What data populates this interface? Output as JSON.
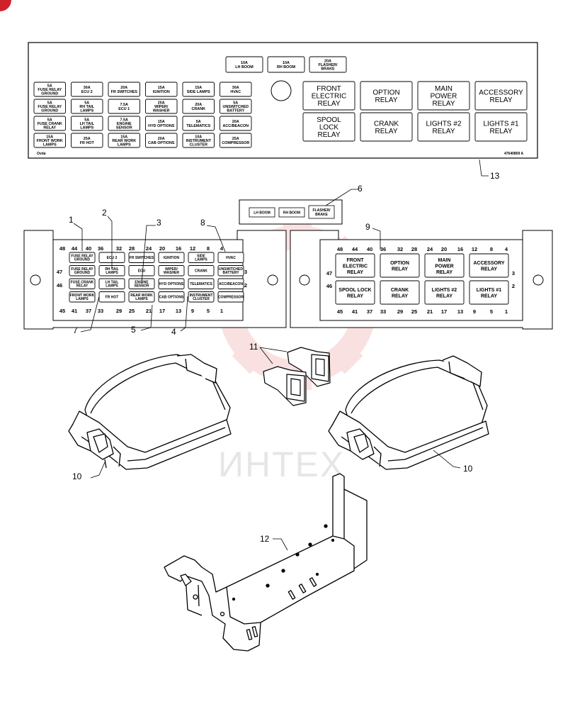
{
  "watermark": "ИНТЕХ",
  "decal": {
    "top_fuses": [
      [
        "10A",
        "LH BOOM"
      ],
      [
        "10A",
        "RH BOOM"
      ],
      [
        "20A",
        "FLASHER/",
        "BRAKE"
      ]
    ],
    "fuses": [
      [
        "5A",
        "FUSE RELAY",
        "GROUND"
      ],
      [
        "30A",
        "ECU 2"
      ],
      [
        "20A",
        "FR SWITCHES"
      ],
      [
        "15A",
        "IGNITION"
      ],
      [
        "15A",
        "SIDE LAMPS"
      ],
      [
        "30A",
        "HVAC"
      ],
      [
        "5A",
        "FUSE RELAY",
        "GROUND"
      ],
      [
        "5A",
        "RH TAIL",
        "LAMPS"
      ],
      [
        "7.5A",
        "ECU 1"
      ],
      [
        "20A",
        "WIPER/",
        "WASHER"
      ],
      [
        "20A",
        "CRANK"
      ],
      [
        "5A",
        "UNSWITCHED",
        "BATTERY"
      ],
      [
        "5A",
        "FUSE CRANK",
        "RELAY"
      ],
      [
        "5A",
        "LH TAIL",
        "LAMPS"
      ],
      [
        "7.5A",
        "ENGINE",
        "SENSOR"
      ],
      [
        "15A",
        "HYD OPTIONS"
      ],
      [
        "5A",
        "TELEMATICS"
      ],
      [
        "20A",
        "ACC/BEACON"
      ],
      [
        "15A",
        "FRONT WORK",
        "LAMPS"
      ],
      [
        "25A",
        "FR HOT"
      ],
      [
        "15A",
        "REAR WORK",
        "LAMPS"
      ],
      [
        "20A",
        "CAB OPTIONS"
      ],
      [
        "10A",
        "INSTRUMENT",
        "CLUSTER"
      ],
      [
        "25A",
        "COMPRESSOR"
      ]
    ],
    "relays": [
      [
        "FRONT",
        "ELECTRIC",
        "RELAY"
      ],
      [
        "OPTION",
        "RELAY"
      ],
      [
        "MAIN",
        "POWER",
        "RELAY"
      ],
      [
        "ACCESSORY",
        "RELAY"
      ],
      [
        "SPOOL",
        "LOCK",
        "RELAY"
      ],
      [
        "CRANK",
        "RELAY"
      ],
      [
        "LIGHTS #2",
        "RELAY"
      ],
      [
        "LIGHTS #1",
        "RELAY"
      ]
    ],
    "left_corner_text": "Ovda",
    "part_no": "47640859 A"
  },
  "strip": [
    "LH BOOM",
    "RH BOOM",
    "FLASHER/",
    "BRAKE"
  ],
  "left_panel": {
    "top_numbers": [
      "48",
      "44",
      "40",
      "36",
      "32",
      "28",
      "24",
      "20",
      "16",
      "12",
      "8",
      "4"
    ],
    "bottom_numbers": [
      "45",
      "41",
      "37",
      "33",
      "29",
      "25",
      "21",
      "17",
      "13",
      "9",
      "5",
      "1"
    ],
    "left_side": [
      "47",
      "46"
    ],
    "right_side": [
      "3",
      "2"
    ],
    "fuses": [
      [
        "FUSE RELAY",
        "GROUND"
      ],
      [
        "ECU 2"
      ],
      [
        "FR SWITCHES"
      ],
      [
        "IGNITION"
      ],
      [
        "SIDE",
        "LAMPS"
      ],
      [
        "HVAC"
      ],
      [
        "FUSE RELAY",
        "GROUND"
      ],
      [
        "RH TAIL",
        "LAMPS"
      ],
      [
        "ECU"
      ],
      [
        "WIPER/",
        "WASHER"
      ],
      [
        "CRANK"
      ],
      [
        "UNSWITCHED",
        "BATTERY"
      ],
      [
        "FUSE CRANK",
        "RELAY"
      ],
      [
        "LH TAIL",
        "LAMPS"
      ],
      [
        "ENGINE",
        "SENSOR"
      ],
      [
        "HYD OPTIONS"
      ],
      [
        "TELEMATICS"
      ],
      [
        "ACC/BEACON"
      ],
      [
        "FRONT WORK",
        "LAMPS"
      ],
      [
        "FR HOT"
      ],
      [
        "REAR WORK",
        "LAMPS"
      ],
      [
        "CAB OPTIONS"
      ],
      [
        "INSTRUMENT",
        "CLUSTER"
      ],
      [
        "COMPRESSOR"
      ]
    ]
  },
  "right_panel": {
    "top_numbers": [
      "48",
      "44",
      "40",
      "36",
      "32",
      "28",
      "24",
      "20",
      "16",
      "12",
      "8",
      "4"
    ],
    "bottom_numbers": [
      "45",
      "41",
      "37",
      "33",
      "29",
      "25",
      "21",
      "17",
      "13",
      "9",
      "5",
      "1"
    ],
    "left_side": [
      "47",
      "46"
    ],
    "right_side": [
      "3",
      "2"
    ],
    "relays": [
      [
        "FRONT",
        "ELECTRIC",
        "RELAY"
      ],
      [
        "OPTION",
        "RELAY"
      ],
      [
        "MAIN",
        "POWER",
        "RELAY"
      ],
      [
        "ACCESSORY",
        "RELAY"
      ],
      [
        "SPOOL LOCK",
        "RELAY"
      ],
      [
        "CRANK",
        "RELAY"
      ],
      [
        "LIGHTS #2",
        "RELAY"
      ],
      [
        "LIGHTS #1",
        "RELAY"
      ]
    ]
  },
  "callouts": [
    "1",
    "2",
    "3",
    "4",
    "5",
    "6",
    "7",
    "8",
    "9",
    "10",
    "10",
    "11",
    "12",
    "13"
  ]
}
